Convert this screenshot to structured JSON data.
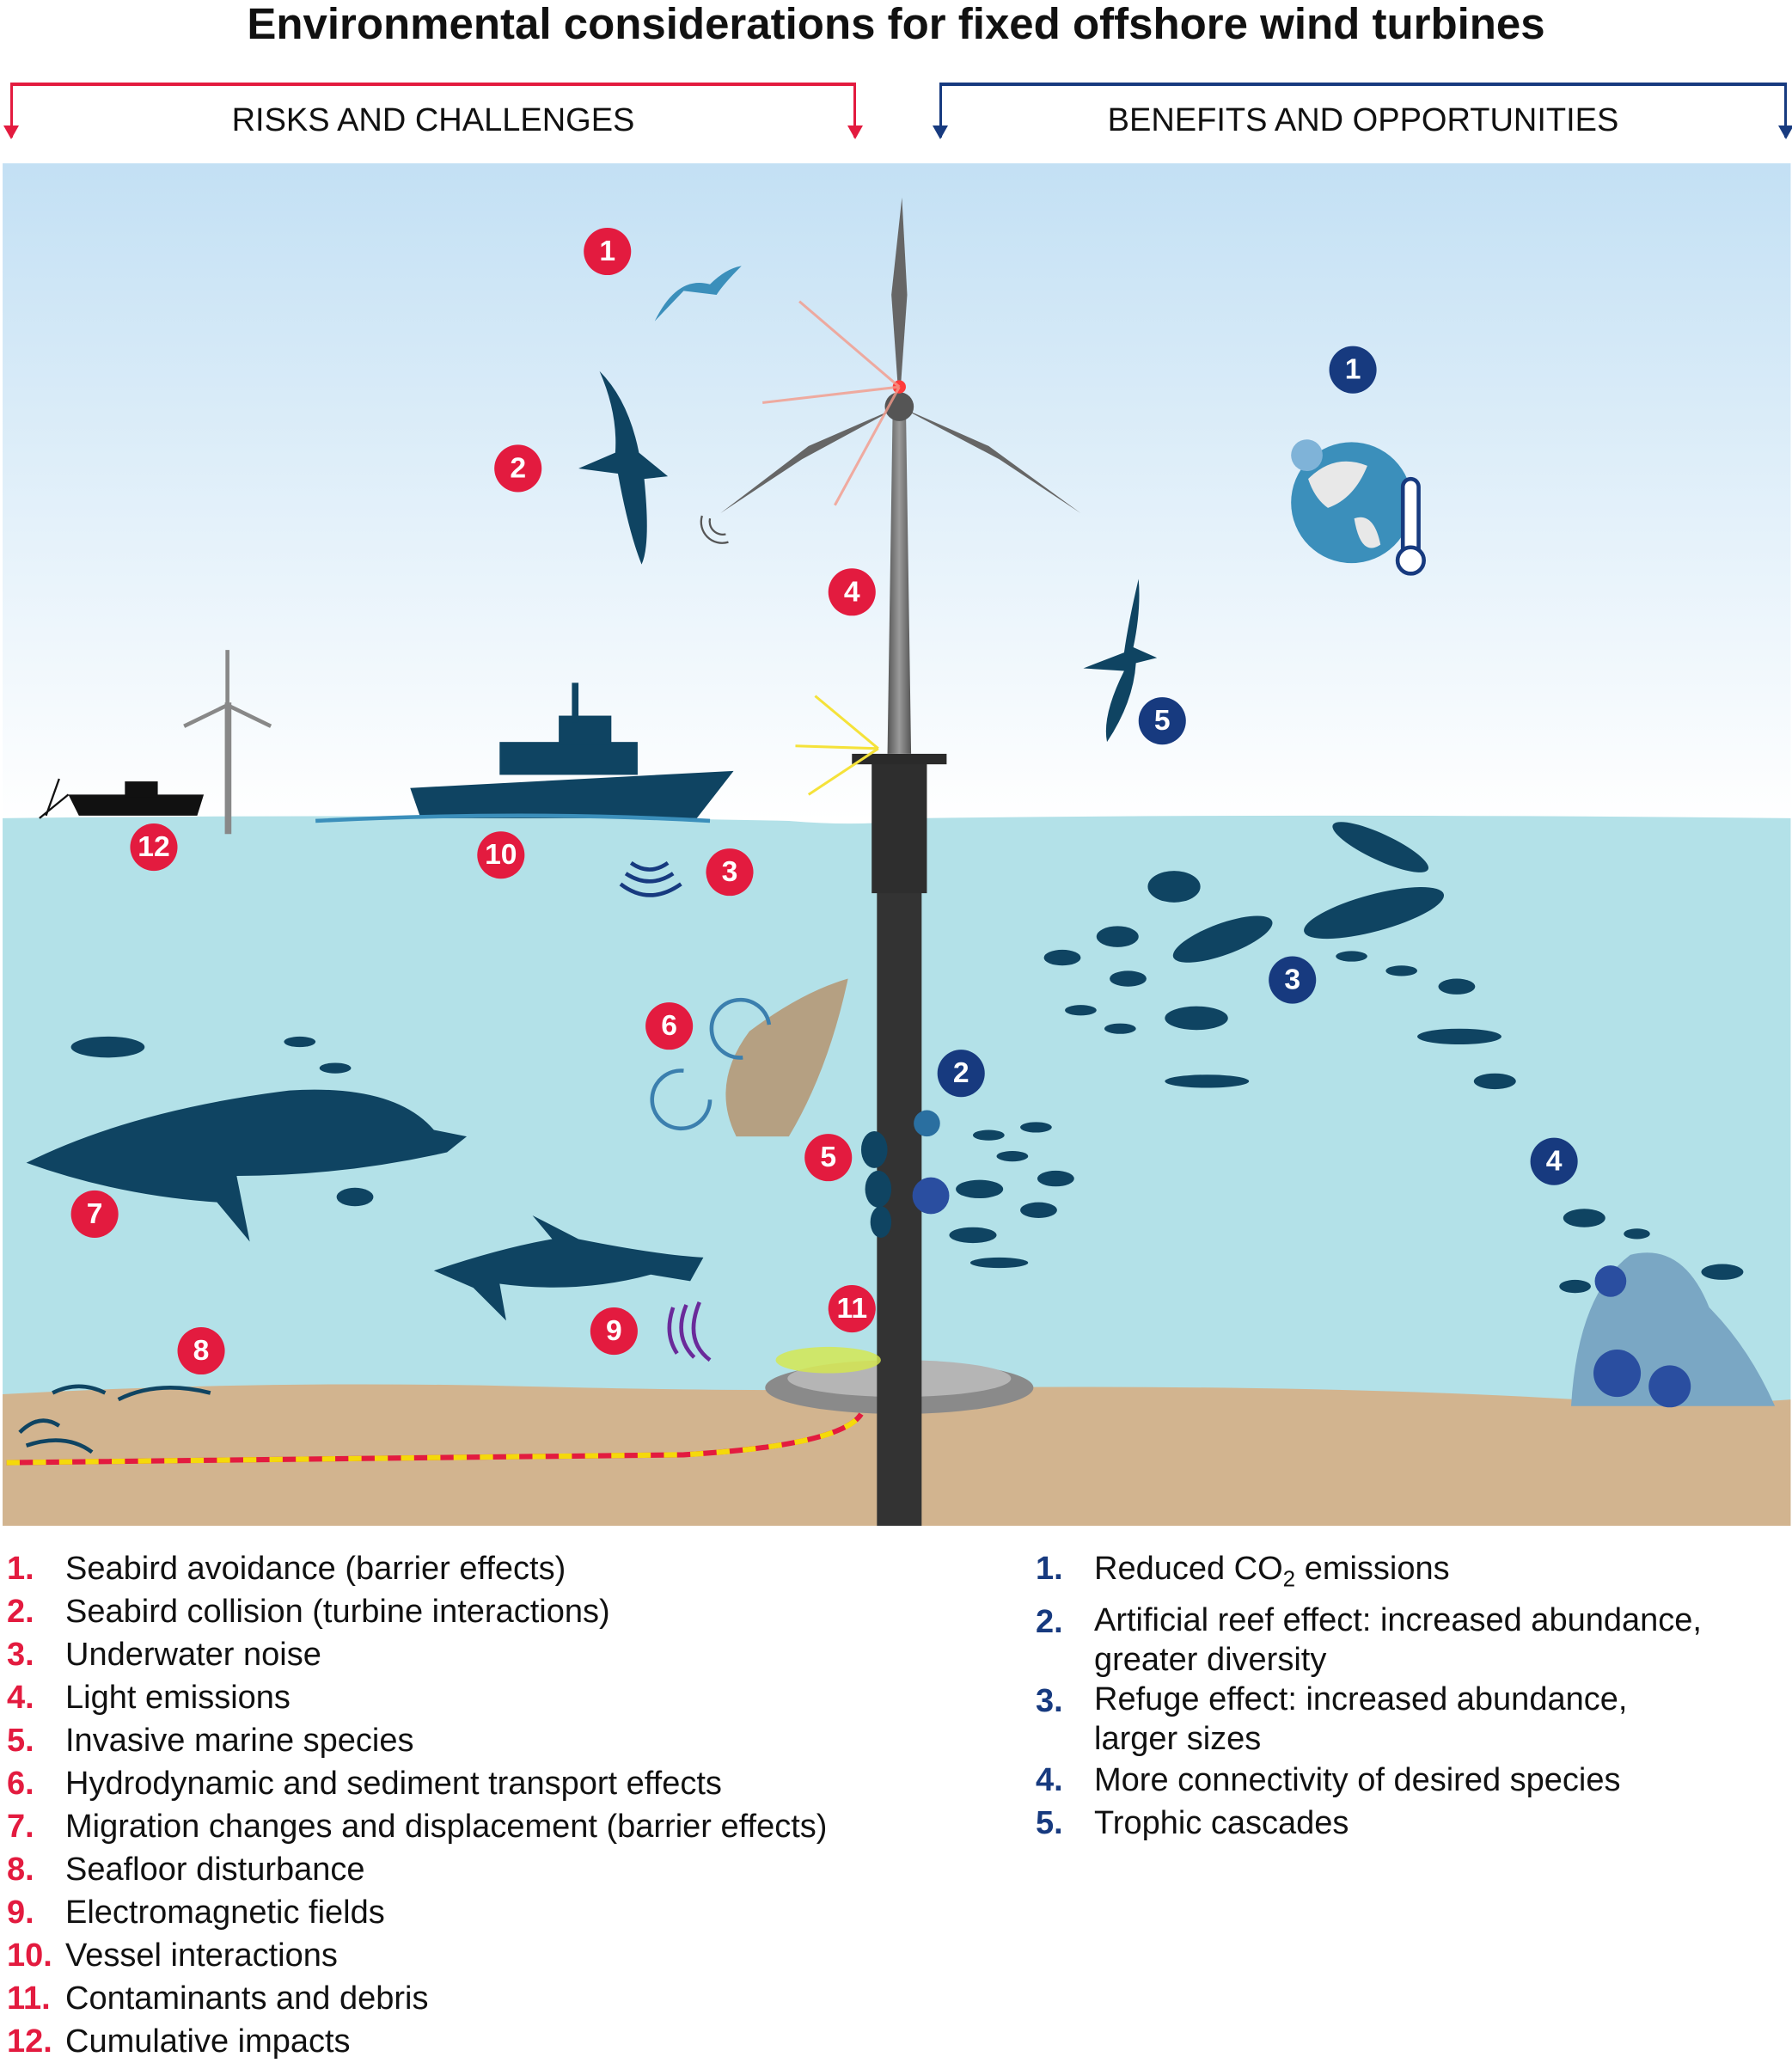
{
  "title": "Environmental considerations for fixed offshore wind turbines",
  "colors": {
    "risk": "#e31b3f",
    "benefit": "#173a7f",
    "sky_top": "#c3e0f4",
    "sea": "#b3e1e8",
    "sand": "#d2b48f",
    "silhouette": "#0f4462"
  },
  "risks": {
    "heading": "RISKS AND CHALLENGES",
    "items": [
      {
        "num": "1.",
        "marker": "1",
        "text": "Seabird avoidance (barrier effects)"
      },
      {
        "num": "2.",
        "marker": "2",
        "text": "Seabird collision (turbine interactions)"
      },
      {
        "num": "3.",
        "marker": "3",
        "text": "Underwater noise"
      },
      {
        "num": "4.",
        "marker": "4",
        "text": "Light emissions"
      },
      {
        "num": "5.",
        "marker": "5",
        "text": "Invasive marine species"
      },
      {
        "num": "6.",
        "marker": "6",
        "text": "Hydrodynamic and sediment transport effects"
      },
      {
        "num": "7.",
        "marker": "7",
        "text": "Migration changes and displacement (barrier effects)"
      },
      {
        "num": "8.",
        "marker": "8",
        "text": "Seafloor disturbance"
      },
      {
        "num": "9.",
        "marker": "9",
        "text": "Electromagnetic fields"
      },
      {
        "num": "10.",
        "marker": "10",
        "text": "Vessel interactions"
      },
      {
        "num": "11.",
        "marker": "11",
        "text": "Contaminants and debris"
      },
      {
        "num": "12.",
        "marker": "12",
        "text": "Cumulative impacts"
      }
    ]
  },
  "benefits": {
    "heading": "BENEFITS AND OPPORTUNITIES",
    "items": [
      {
        "num": "1.",
        "marker": "1",
        "text_pre": "Reduced CO",
        "text_sub": "2",
        "text_post": " emissions"
      },
      {
        "num": "2.",
        "marker": "2",
        "text": "Artificial reef effect: increased abundance, greater diversity"
      },
      {
        "num": "3.",
        "marker": "3",
        "text": "Refuge effect: increased abundance, larger sizes"
      },
      {
        "num": "4.",
        "marker": "4",
        "text": "More connectivity of desired species"
      },
      {
        "num": "5.",
        "marker": "5",
        "text": "Trophic cascades"
      }
    ]
  }
}
